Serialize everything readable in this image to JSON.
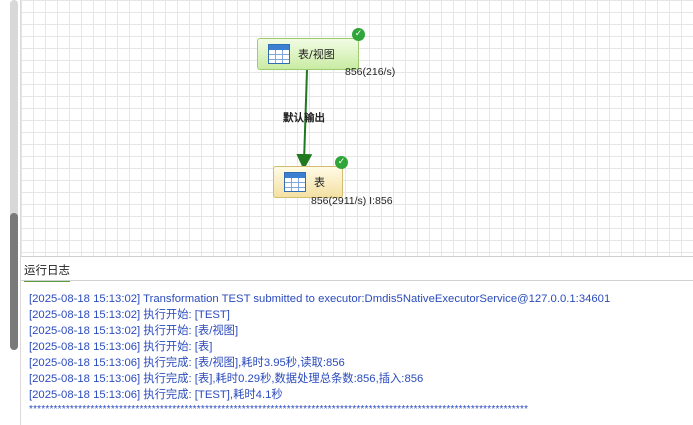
{
  "canvas": {
    "source_node": {
      "label": "表/视图",
      "stat": "856(216/s)",
      "status_icon": "check-circle-icon"
    },
    "target_node": {
      "label": "表",
      "stat": "856(2911/s) I:856",
      "status_icon": "check-circle-icon"
    },
    "edge": {
      "label": "默认输出",
      "color": "#1f7a1f"
    }
  },
  "log_panel": {
    "title": "运行日志",
    "lines": [
      "[2025-08-18 15:13:02] Transformation TEST submitted to executor:Dmdis5NativeExecutorService@127.0.0.1:34601",
      "[2025-08-18 15:13:02] 执行开始: [TEST]",
      "[2025-08-18 15:13:02] 执行开始: [表/视图]",
      "[2025-08-18 15:13:06] 执行开始: [表]",
      "[2025-08-18 15:13:06] 执行完成: [表/视图],耗时3.95秒,读取:856",
      "[2025-08-18 15:13:06] 执行完成: [表],耗时0.29秒,数据处理总条数:856,插入:856",
      "[2025-08-18 15:13:06] 执行完成: [TEST],耗时4.1秒"
    ],
    "separator": "**************************************************************************************************************************"
  },
  "colors": {
    "log_text": "#2a4bbd",
    "status_ok": "#2fa53a"
  }
}
